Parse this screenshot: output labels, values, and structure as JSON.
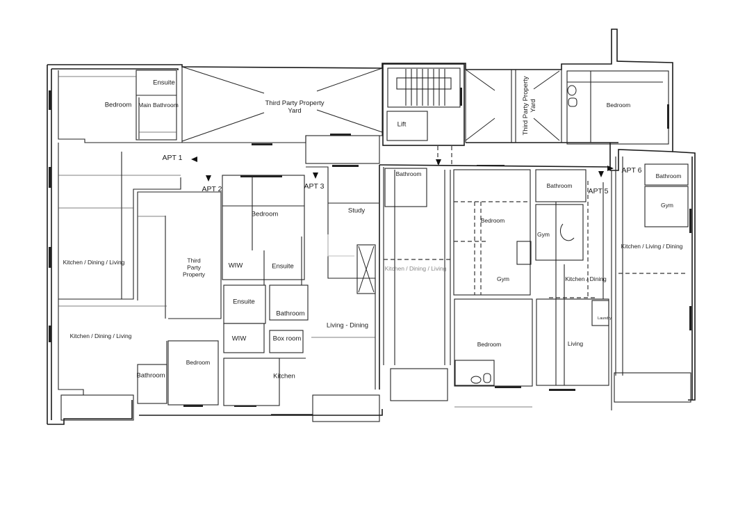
{
  "plan": {
    "apartments": [
      {
        "id": "apt1",
        "label": "APT 1"
      },
      {
        "id": "apt2",
        "label": "APT 2"
      },
      {
        "id": "apt3",
        "label": "APT 3"
      },
      {
        "id": "apt5",
        "label": "APT 5"
      },
      {
        "id": "apt6",
        "label": "APT 6"
      }
    ],
    "rooms": {
      "top_left_bedroom": "Bedroom",
      "top_left_ensuite": "Ensuite",
      "top_left_main_bathroom": "Main Bathroom",
      "yard_left": "Third Party Property\nYard",
      "lift": "Lift",
      "yard_right": "Third Party Property\nYard",
      "top_right_bedroom": "Bedroom",
      "apt1_kitchen": "Kitchen / Dining / Living",
      "third_party_property": "Third\nParty\nProperty",
      "apt3_bedroom": "Bedroom",
      "apt3_wiw": "WIW",
      "apt3_ensuite": "Ensuite",
      "apt3_study": "Study",
      "apt3_ensuite2": "Ensuite",
      "apt3_bathroom": "Bathroom",
      "apt3_wiw2": "WIW",
      "apt3_boxroom": "Box room",
      "apt3_living": "Living - Dining",
      "apt3_kitchen": "Kitchen",
      "apt2_kitchen": "Kitchen / Dining / Living",
      "apt2_bathroom": "Bathroom",
      "apt2_bedroom": "Bedroom",
      "apt4_bathroom": "Bathroom",
      "apt4_kitchen": "Kitchen / Dining / Living",
      "apt4_bedroom": "Bedroom",
      "apt4_gym": "Gym",
      "apt4_bedroom2": "Bedroom",
      "apt5_bathroom": "Bathroom",
      "apt5_gym": "Gym",
      "apt5_kitchen": "Kitchen / Dining",
      "apt5_laundry": "Laundry",
      "apt5_living": "Living",
      "apt6_bathroom": "Bathroom",
      "apt6_gym": "Gym",
      "apt6_kitchen": "Kitchen / Living / Dining"
    }
  }
}
